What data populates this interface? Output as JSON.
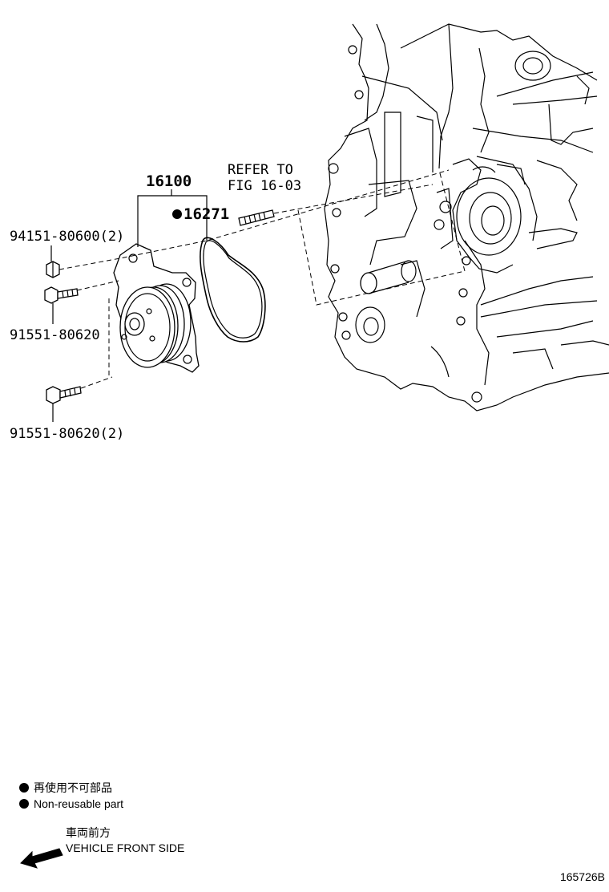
{
  "labels": {
    "water_pump": "16100",
    "gasket": "16271",
    "refer_line1": "REFER TO",
    "refer_line2": "FIG 16-03",
    "bolt_top": "94151-80600(2)",
    "bolt_mid": "91551-80620",
    "bolt_bottom": "91551-80620(2)"
  },
  "legend": {
    "nonreusable_jp": "再使用不可部品",
    "nonreusable_en": "Non-reusable part",
    "front_jp": "車両前方",
    "front_en": "VEHICLE FRONT SIDE"
  },
  "figure_id": "165726B"
}
